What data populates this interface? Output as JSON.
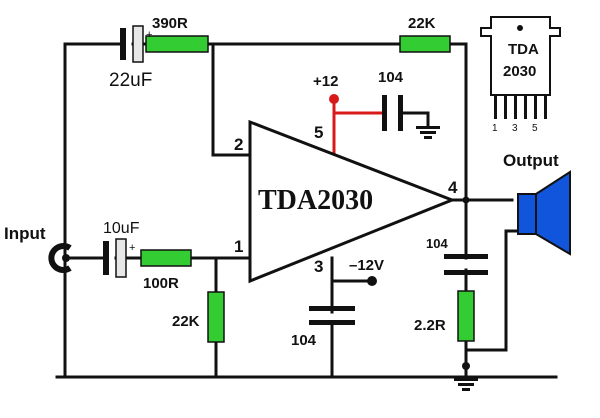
{
  "colors": {
    "wire": "#111111",
    "resistor": "#33cc33",
    "supply_wire": "#d91a1a",
    "speaker": "#1155dd",
    "ic_fill": "#ffffff"
  },
  "ic": {
    "name": "TDA2030",
    "pins": {
      "p1": "1",
      "p2": "2",
      "p3": "3",
      "p4": "4",
      "p5": "5"
    }
  },
  "labels": {
    "input": "Input",
    "output": "Output",
    "plus12": "+12",
    "minus12": "–12V"
  },
  "components": {
    "c_22uf": "22uF",
    "c_10uf": "10uF",
    "r_390r": "390R",
    "r_22k_top": "22K",
    "r_100r": "100R",
    "r_22k_bottom": "22K",
    "r_2_2r": "2.2R",
    "c_104_top": "104",
    "c_104_right": "104",
    "c_104_bottom": "104",
    "polarity_plus": "+"
  },
  "package": {
    "line1": "TDA",
    "line2": "2030",
    "pins": [
      "1",
      "3",
      "5"
    ]
  }
}
